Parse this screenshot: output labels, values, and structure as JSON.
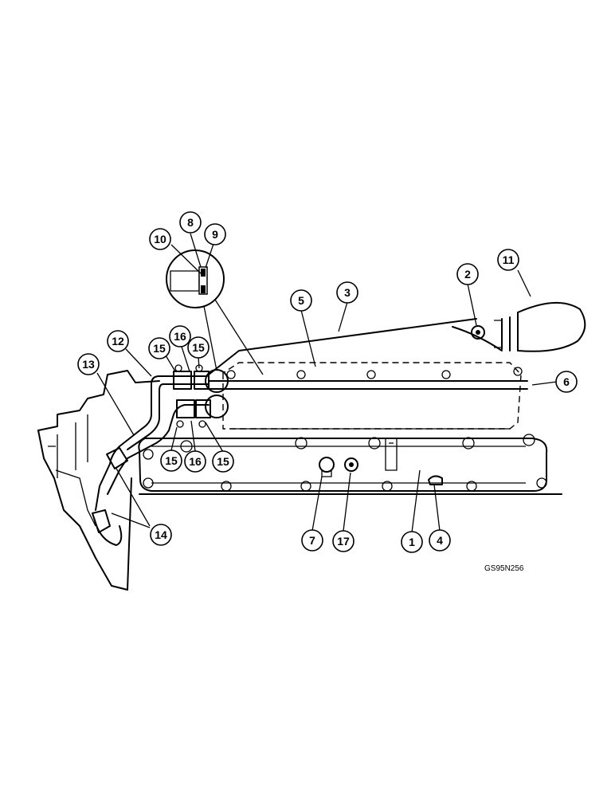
{
  "callouts": [
    "1",
    "2",
    "3",
    "4",
    "5",
    "6",
    "7",
    "8",
    "9",
    "10",
    "11",
    "12",
    "13",
    "14",
    "15",
    "16",
    "17"
  ],
  "reference_code": "GS95N256"
}
